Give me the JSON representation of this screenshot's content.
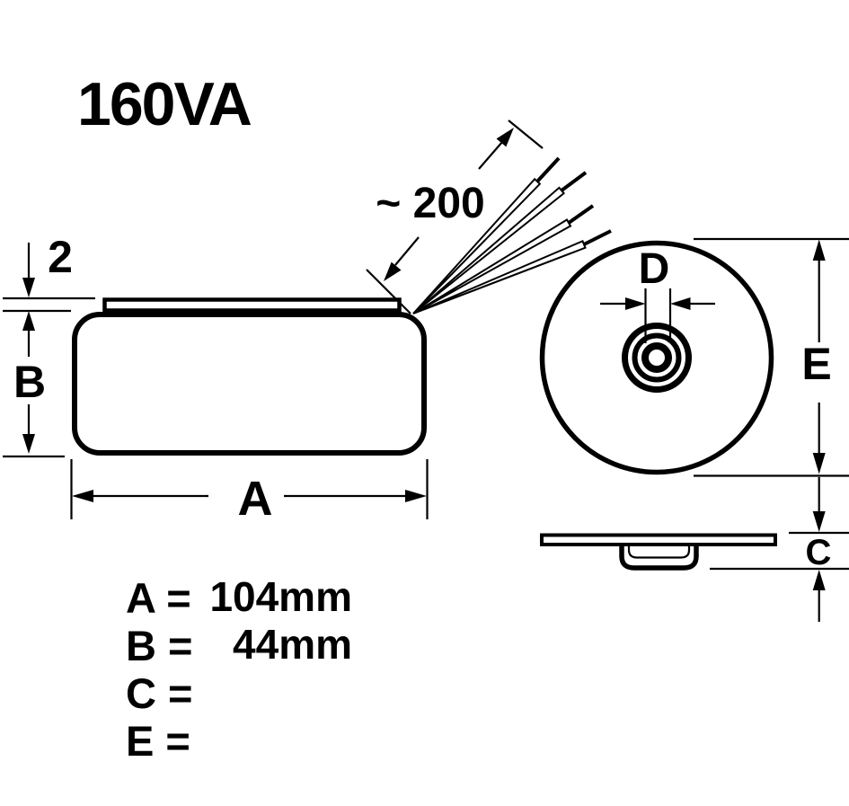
{
  "title": "160VA",
  "colors": {
    "ink": "#000000",
    "background": "#ffffff"
  },
  "diagram": {
    "lead_length_label": "~ 200",
    "dimension_labels": {
      "top_plate_thickness": "2",
      "body_height": "B",
      "body_width": "A",
      "center_hole_diameter": "D",
      "outer_diameter": "E",
      "mounting_height": "C"
    }
  },
  "legend": {
    "rows": [
      {
        "label": "A =",
        "value": "104mm"
      },
      {
        "label": "B =",
        "value": "44mm"
      },
      {
        "label": "C =",
        "value": ""
      },
      {
        "label": "E =",
        "value": ""
      }
    ]
  }
}
